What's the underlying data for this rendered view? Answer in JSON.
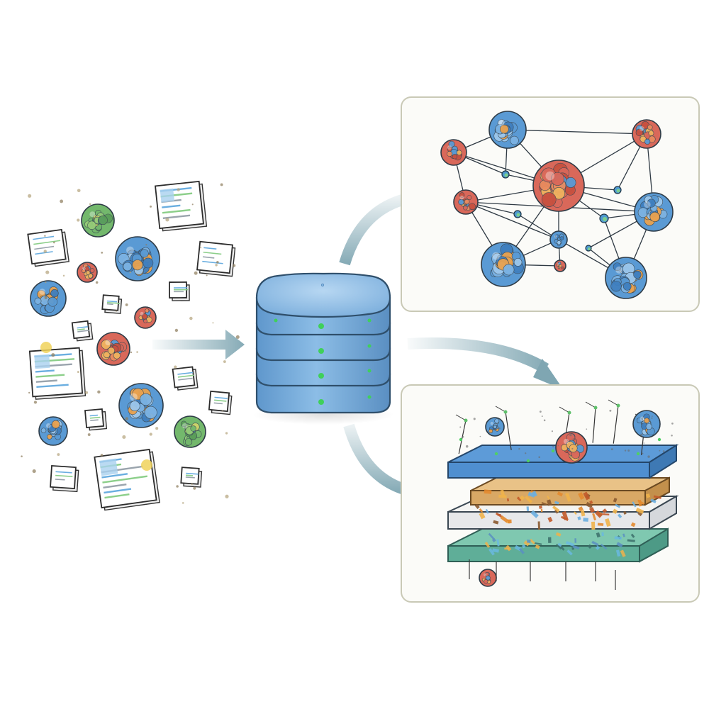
{
  "diagram": {
    "stages": [
      {
        "id": "sources",
        "kind": "scattered-molecules-and-documents"
      },
      {
        "id": "database",
        "kind": "stacked-database-cylinder",
        "tiers": 4
      },
      {
        "id": "graph-output",
        "kind": "molecular-interaction-network"
      },
      {
        "id": "layers-output",
        "kind": "stacked-membrane-layers",
        "layers": 4
      }
    ],
    "flows": [
      {
        "from": "sources",
        "to": "database"
      },
      {
        "from": "database",
        "to": "graph-output"
      },
      {
        "from": "database",
        "to": "layers-output"
      },
      {
        "from": "database",
        "to": "layers-output"
      }
    ],
    "colors": {
      "arrow": "#7fa6b2",
      "db_blue": "#7fb0dc",
      "db_edge": "#2f4f6b",
      "indicator": "#3fd05a",
      "panel_border": "#c9c9b6",
      "molecule_blue": "#5a9ad4",
      "molecule_red": "#d9685a",
      "molecule_green": "#73b86c",
      "layer_blue": "#4f8fd0",
      "layer_orange": "#e2b06a",
      "layer_white": "#f4f4f2",
      "layer_teal": "#7fc8b0"
    },
    "icons": [
      "molecule-icon",
      "document-icon",
      "database-icon",
      "network-icon",
      "layers-icon",
      "arrow-icon"
    ]
  }
}
